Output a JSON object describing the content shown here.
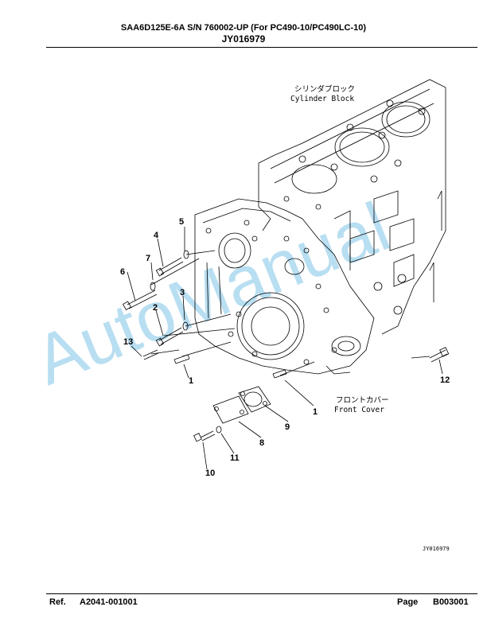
{
  "header": {
    "model_line": "SAA6D125E-6A S/N 760002-UP (For PC490-10/PC490LC-10)",
    "drawing_code": "JY016979"
  },
  "drawing": {
    "labels": {
      "cylinder_block_jp": "シリンダブロック",
      "cylinder_block_en": "Cylinder Block",
      "front_cover_jp": "フロントカバー",
      "front_cover_en": "Front Cover",
      "drawing_id": "JY016979"
    },
    "callouts": [
      "5",
      "4",
      "7",
      "6",
      "3",
      "2",
      "13",
      "1",
      "1",
      "9",
      "8",
      "11",
      "10",
      "12"
    ],
    "watermark": "AutoManual"
  },
  "footer": {
    "ref_label": "Ref.",
    "ref_value": "A2041-001001",
    "page_label": "Page",
    "page_value": "B003001"
  }
}
